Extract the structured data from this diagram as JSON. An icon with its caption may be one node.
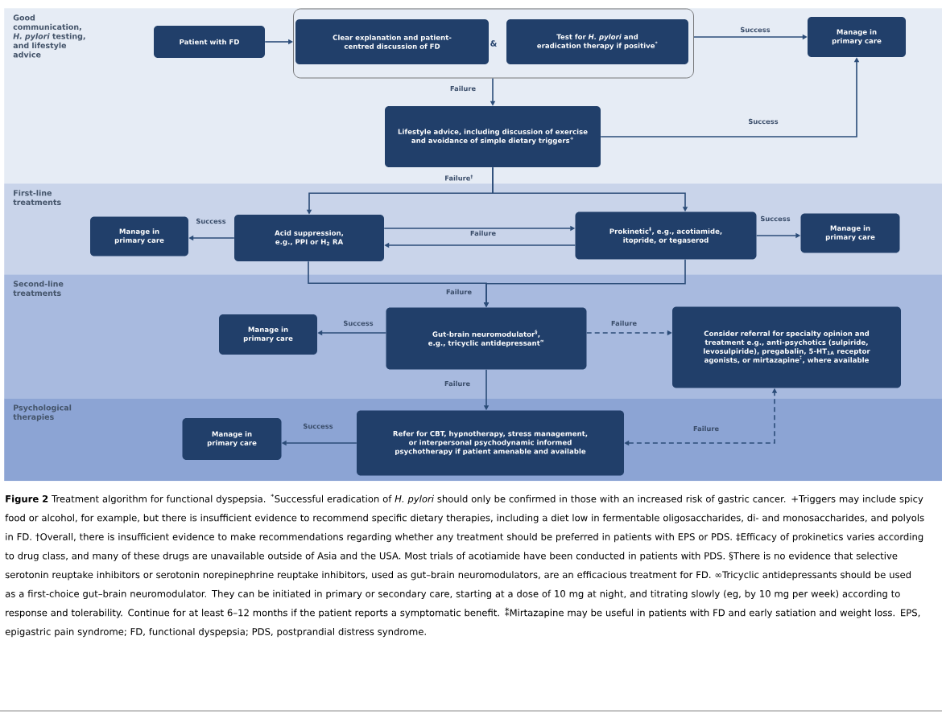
{
  "diagram": {
    "caption": "**Figure 2** Treatment algorithm for functional dyspepsia. $^{*}$Successful eradication of *H. pylori* should only be confirmed in those with an increased risk of gastric cancer. +Triggers may include spicy food or alcohol, for example, but there is insufficient evidence to recommend specific dietary therapies, including a diet low in fermentable oligosaccharides, di- and monosaccharides, and polyols in FD. †Overall, there is insufficient evidence to make recommendations regarding whether any treatment should be preferred in patients with EPS or PDS. ‡Efficacy of prokinetics varies according to drug class, and many of these drugs are unavailable outside of Asia and the USA. Most trials of acotiamide have been conducted in patients with PDS. §There is no evidence that selective serotonin reuptake inhibitors or serotonin norepinephrine reuptake inhibitors, used as gut–brain neuromodulators, are an efficacious treatment for FD. ∞Tricyclic antidepressants should be used as a first-choice gut–brain neuromodulator. They can be initiated in primary or secondary care, starting at a dose of 10 mg at night, and titrating slowly (eg, by 10 mg per week) according to response and tolerability. Continue for at least 6–12 months if the patient reports a symptomatic benefit. ⁑Mirtazapine may be useful in patients with FD and early satiation and weight loss. EPS, epigastric pain syndrome; FD, functional dyspepsia; PDS, postprandial distress syndrome.",
    "nodes": [
      {
        "text": [
          "Good communication, *H. pylori* testing, and lifestyle advice"
        ]
      },
      {
        "text": [
          "Patient with FD"
        ],
        "in": 0
      },
      {
        "text": [
          "&"
        ],
        "in": 0
      },
      {
        "text": [
          "Clear explanation and patient-centred discussion of FD"
        ],
        "in": 2
      },
      {
        "text": [
          "Test for *H. pylori* and eradication therapy if positive$^{*}$"
        ],
        "in": 2
      },
      {
        "text": [
          "Manage in primary care"
        ],
        "in": 0
      },
      {
        "text": [
          "Lifestyle advice, including discussion of exercise and avoidance of simple dietary triggers$^{+}$"
        ],
        "in": 0
      },
      {
        "text": [
          "First-line treatments"
        ]
      },
      {
        "text": [
          "Manage in primary care"
        ],
        "in": 7
      },
      {
        "text": [
          "Acid suppression, e.g., PPI or H$_{2}$ RA"
        ],
        "in": 7
      },
      {
        "text": [
          "Prokinetic$^{‡}$, e.g., acotiamide, itopride, or tegaserod"
        ],
        "in": 7
      },
      {
        "text": [
          "Manage in primary care"
        ],
        "in": 7
      },
      {
        "text": [
          "Second-line treatments"
        ]
      },
      {
        "text": [
          "Manage in primary care"
        ],
        "in": 12
      },
      {
        "text": [
          "Gut-brain neuromodulator$^{§}$, e.g., tricyclic antidepressant$^{∞}$"
        ],
        "in": 12
      },
      {
        "text": [
          "Consider referral for specialty opinion and treatment e.g., anti-psychotics (sulpiride, levosulpiride), pregabalin, 5-HT$_{1A}$ receptor agonists, or mirtazapine$^{⁑}$, where available"
        ],
        "in": 12
      },
      {
        "text": [
          "Psychological therapies"
        ]
      },
      {
        "text": [
          "Manage in primary care"
        ],
        "in": 16
      },
      {
        "text": [
          "Refer for CBT, hypnotherapy, stress management, or interpersonal psychodynamic informed psychotherapy if patient amenable and available"
        ],
        "in": 16
      }
    ],
    "edges": [
      {
        "from": 1,
        "to": 2,
        "arrow": "to"
      },
      {
        "from": 2,
        "to": 5,
        "arrow": "to",
        "label": "Success"
      },
      {
        "from": 2,
        "to": 6,
        "arrow": "to",
        "label": "Failure"
      },
      {
        "from": 6,
        "to": 5,
        "arrow": "to",
        "label": "Success"
      },
      {
        "from": 6,
        "to": 9,
        "arrow": "to",
        "label": "Failure$^{†}$"
      },
      {
        "from": 6,
        "to": 10,
        "arrow": "to"
      },
      {
        "from": 9,
        "to": 8,
        "arrow": "to",
        "label": "Success"
      },
      {
        "from": 9,
        "to": 10,
        "arrow": "to",
        "label": "Failure"
      },
      {
        "from": 10,
        "to": 9,
        "arrow": "to"
      },
      {
        "from": 10,
        "to": 11,
        "arrow": "to",
        "label": "Success"
      },
      {
        "from": 9,
        "to": 14,
        "arrow": "to",
        "label": "Failure"
      },
      {
        "from": 10,
        "to": 14,
        "arrow": "to"
      },
      {
        "from": 14,
        "to": 13,
        "arrow": "to",
        "label": "Success"
      },
      {
        "from": 14,
        "to": 15,
        "arrow": "to",
        "style": "dashed",
        "label": "Failure"
      },
      {
        "from": 14,
        "to": 18,
        "arrow": "to",
        "label": "Failure"
      },
      {
        "from": 18,
        "to": 17,
        "arrow": "to",
        "label": "Success"
      },
      {
        "from": 18,
        "to": 15,
        "arrow": "both",
        "style": "dashed",
        "label": "Failure"
      }
    ]
  }
}
